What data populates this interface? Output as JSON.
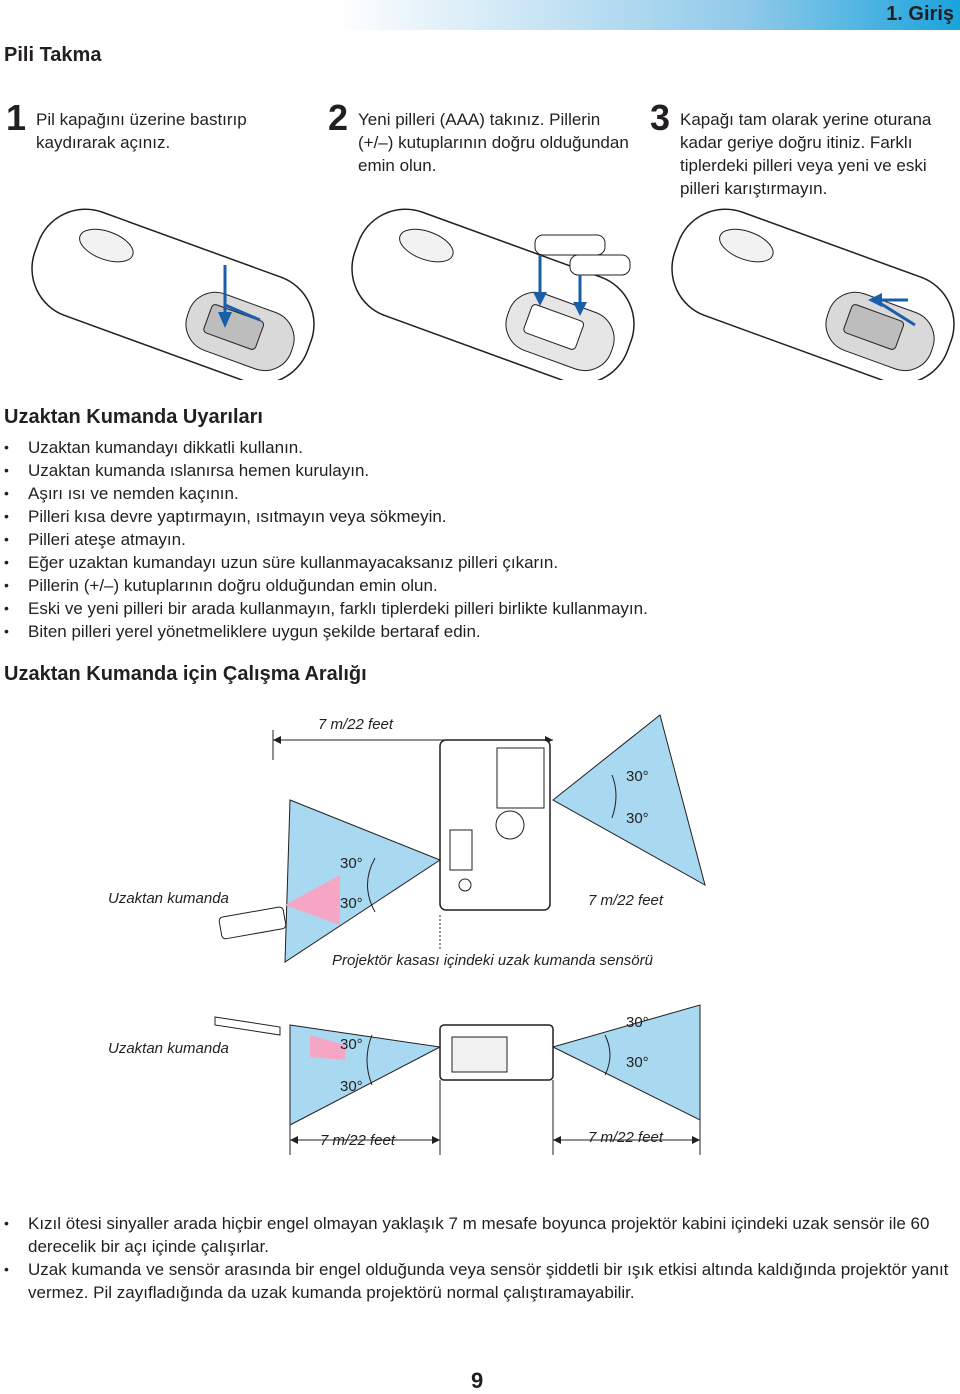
{
  "header": {
    "chapter": "1. Giriş"
  },
  "battery_section": {
    "title": "Pili Takma",
    "steps": [
      {
        "number": "1",
        "text": "Pil kapağını üzerine bastırıp kaydırarak açınız."
      },
      {
        "number": "2",
        "text": "Yeni pilleri (AAA) takınız. Pillerin (+/–) kutuplarının doğru olduğundan emin olun."
      },
      {
        "number": "3",
        "text": "Kapağı tam olarak yerine oturana kadar geriye doğru itiniz. Farklı tiplerdeki pilleri veya yeni ve eski pilleri karıştırmayın."
      }
    ]
  },
  "warnings_section": {
    "title": "Uzaktan Kumanda Uyarıları",
    "items": [
      "Uzaktan kumandayı dikkatli kullanın.",
      "Uzaktan kumanda ıslanırsa hemen kurulayın.",
      "Aşırı ısı ve nemden kaçının.",
      "Pilleri kısa devre yaptırmayın, ısıtmayın veya sökmeyin.",
      "Pilleri ateşe atmayın.",
      "Eğer uzaktan kumandayı uzun süre kullanmayacaksanız pilleri çıkarın.",
      "Pillerin (+/–) kutuplarının doğru olduğundan emin olun.",
      "Eski ve yeni pilleri bir arada kullanmayın, farklı tiplerdeki pilleri birlikte kullanmayın.",
      "Biten pilleri yerel yönetmeliklere uygun şekilde bertaraf edin."
    ]
  },
  "range_section": {
    "title": "Uzaktan Kumanda için Çalışma Aralığı",
    "diagram_top": {
      "distance_top": "7 m/22 feet",
      "distance_right": "7 m/22 feet",
      "angle_right_1": "30°",
      "angle_right_2": "30°",
      "angle_left_1": "30°",
      "angle_left_2": "30°",
      "remote_label": "Uzaktan kumanda",
      "sensor_label": "Projektör kasası içindeki uzak kumanda sensörü"
    },
    "diagram_bottom": {
      "remote_label": "Uzaktan kumanda",
      "angle_left_1": "30°",
      "angle_left_2": "30°",
      "angle_right_1": "30°",
      "angle_right_2": "30°",
      "distance_left": "7 m/22 feet",
      "distance_right": "7 m/22 feet"
    }
  },
  "notes": [
    "Kızıl ötesi sinyaller arada hiçbir engel olmayan yaklaşık 7 m mesafe boyunca projektör kabini içindeki uzak sensör ile 60 derecelik bir açı içinde çalışırlar.",
    "Uzak kumanda ve sensör arasında bir engel olduğunda veya sensör şiddetli bir ışık etkisi altında kaldığında projektör yanıt vermez. Pil zayıfladığında da uzak kumanda projektörü normal çalıştıramayabilir."
  ],
  "footer": {
    "page_number": "9"
  },
  "colors": {
    "beam_blue": "#a9d8f1",
    "beam_pink": "#f4a6c4",
    "arrow_blue": "#1a5ea8",
    "header_gradient_end": "#1aa3dc"
  }
}
